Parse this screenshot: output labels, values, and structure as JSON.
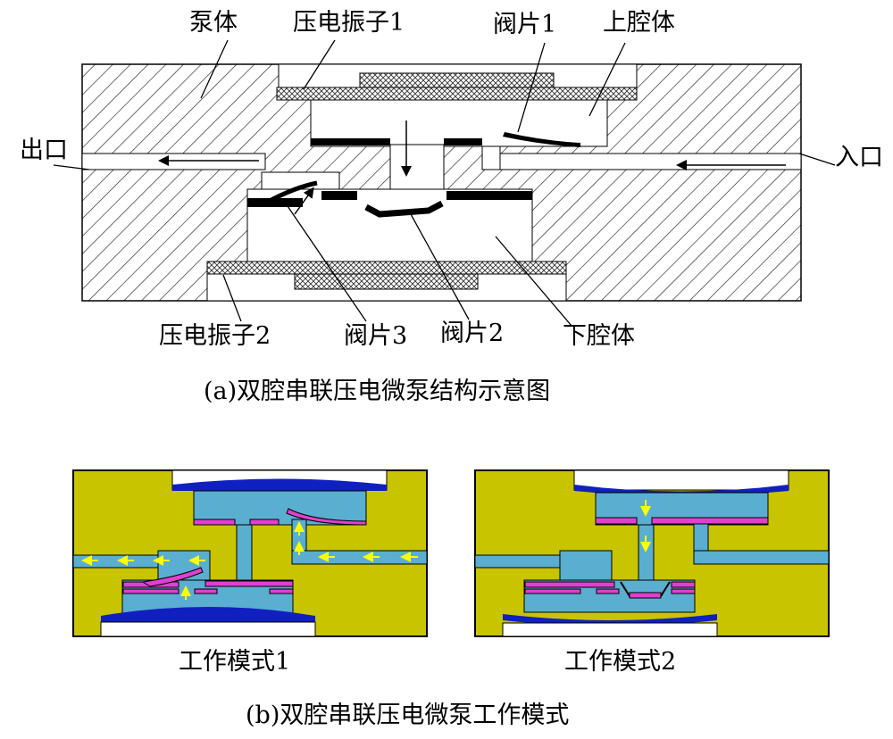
{
  "diagram_a": {
    "labels": {
      "pump_body": "泵体",
      "piezo1": "压电振子1",
      "valve1": "阀片1",
      "upper_cavity": "上腔体",
      "outlet": "出口",
      "inlet": "入口",
      "piezo2": "压电振子2",
      "valve3": "阀片3",
      "valve2": "阀片2",
      "lower_cavity": "下腔体"
    },
    "caption": "(a)双腔串联压电微泵结构示意图"
  },
  "diagram_b": {
    "mode1": "工作模式1",
    "mode2": "工作模式2",
    "caption": "(b)双腔串联压电微泵工作模式"
  },
  "colors": {
    "body": "#c8c400",
    "fluid": "#5aaed0",
    "valve": "#e040d0",
    "membrane": "#1020c0"
  }
}
